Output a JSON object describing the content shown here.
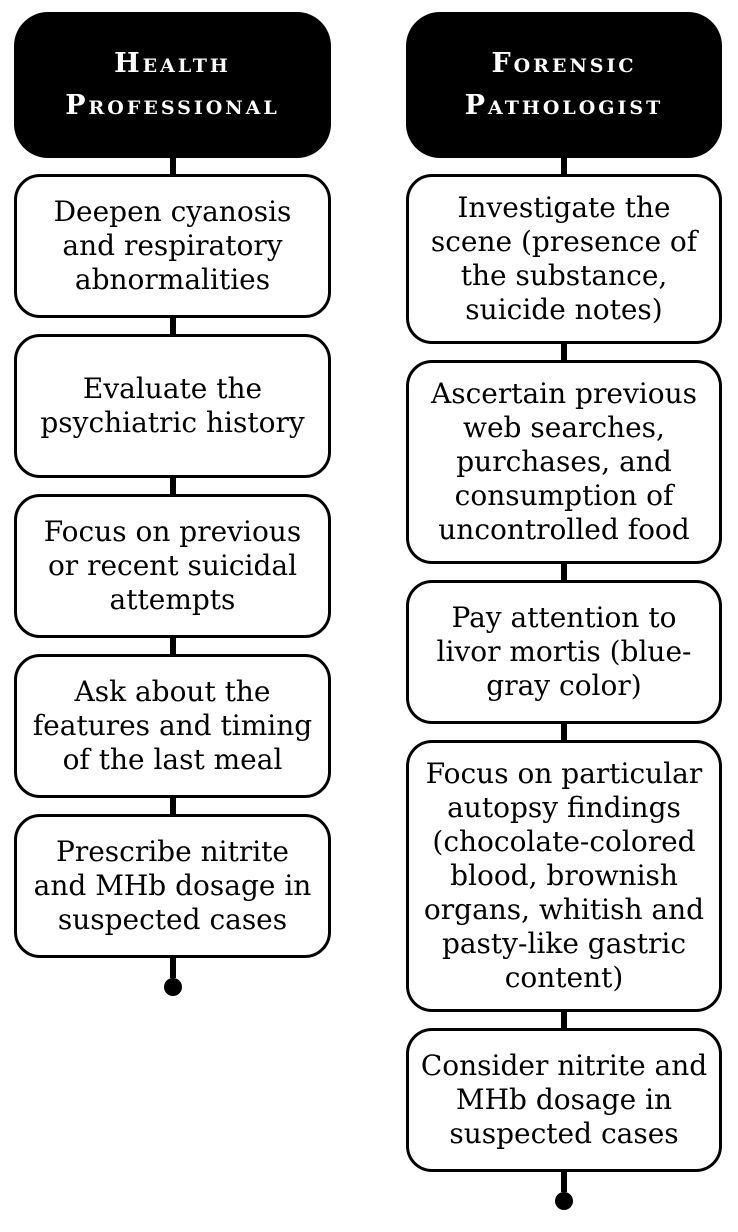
{
  "figure": {
    "type": "flowchart",
    "colors": {
      "header_bg": "#000000",
      "header_text": "#ffffff",
      "box_bg": "#ffffff",
      "box_border": "#000000",
      "connector": "#000000",
      "terminator_dot": "#000000"
    },
    "columns": [
      {
        "id": "health-professional",
        "header": {
          "lines": [
            "Health",
            "Professional"
          ]
        },
        "steps": [
          {
            "lines": [
              "Deepen cyanosis",
              "and respiratory",
              "abnormalities"
            ]
          },
          {
            "lines": [
              "Evaluate the",
              "psychiatric history"
            ]
          },
          {
            "lines": [
              "Focus on previous",
              "or recent suicidal",
              "attempts"
            ]
          },
          {
            "lines": [
              "Ask about the",
              "features and timing",
              "of the last meal"
            ]
          },
          {
            "lines": [
              "Prescribe nitrite",
              "and MHb dosage in",
              "suspected cases"
            ]
          }
        ]
      },
      {
        "id": "forensic-pathologist",
        "header": {
          "lines": [
            "Forensic",
            "Pathologist"
          ]
        },
        "steps": [
          {
            "lines": [
              "Investigate the",
              "scene (presence of",
              "the substance,",
              "suicide notes)"
            ]
          },
          {
            "lines": [
              "Ascertain previous",
              "web searches,",
              "purchases, and",
              "consumption of",
              "uncontrolled food"
            ]
          },
          {
            "lines": [
              "Pay attention to",
              "livor mortis (blue-",
              "gray color)"
            ]
          },
          {
            "lines": [
              "Focus on particular",
              "autopsy findings",
              "(chocolate-colored",
              "blood, brownish",
              "organs, whitish and",
              "pasty-like gastric",
              "content)"
            ]
          },
          {
            "lines": [
              "Consider nitrite and",
              "MHb dosage in",
              "suspected cases"
            ]
          }
        ]
      }
    ]
  }
}
